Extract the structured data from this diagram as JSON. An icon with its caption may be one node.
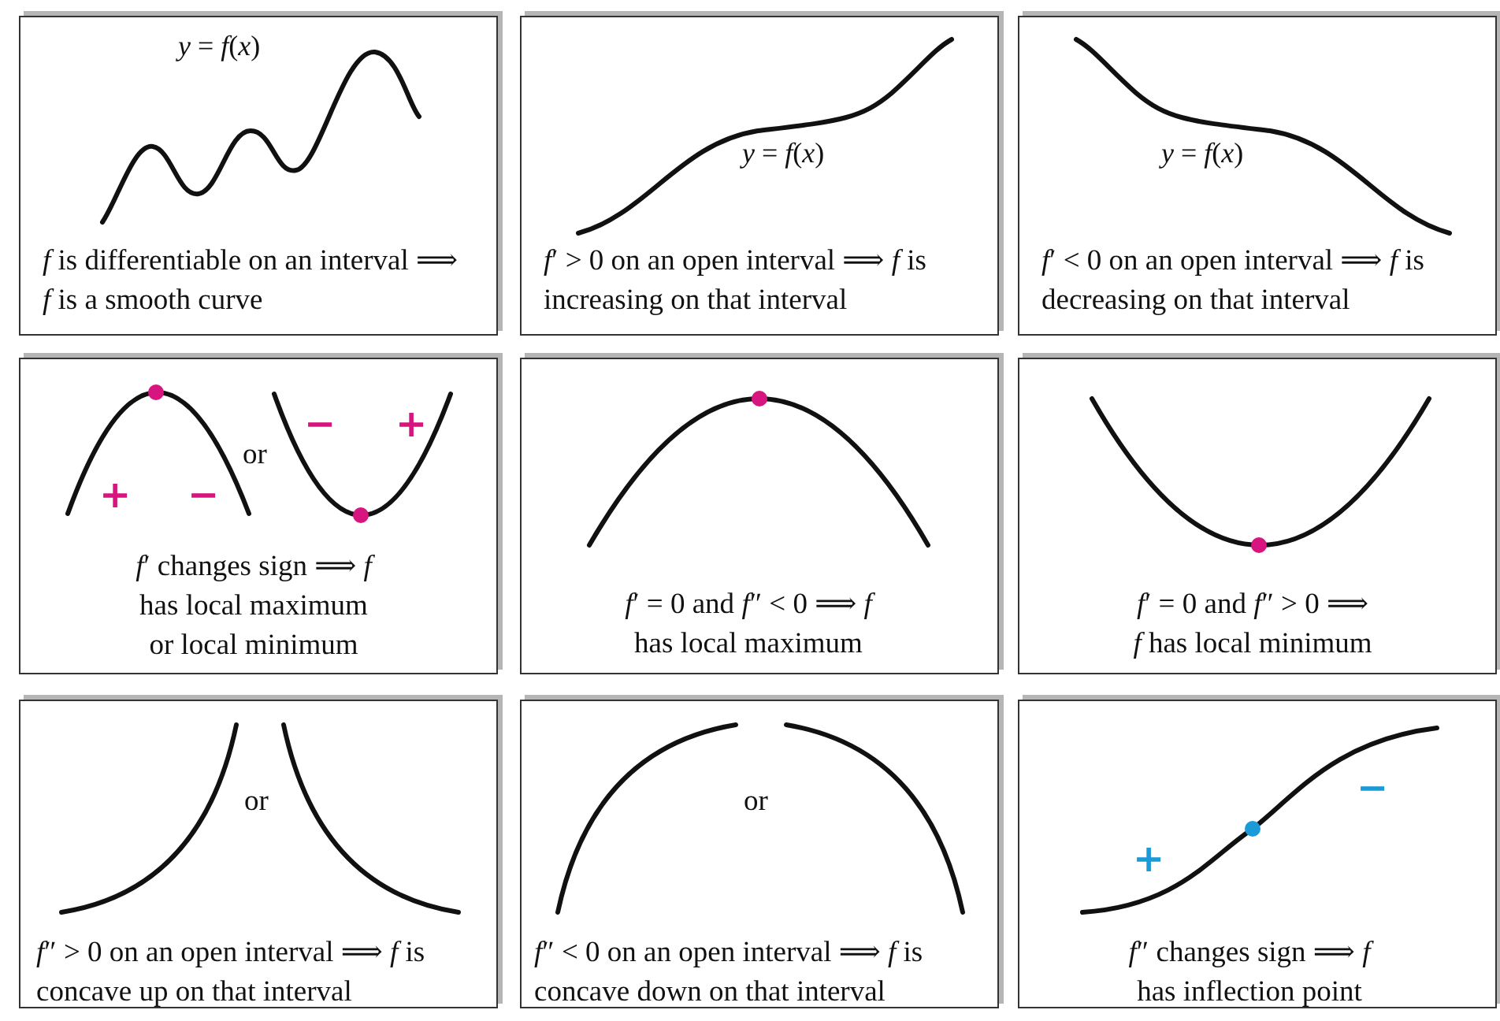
{
  "diagram": {
    "nodes": [
      {
        "text": [
          "*y* = *f*(*x*)",
          "*f* is differentiable on an interval ⟹ *f* is a smooth curve"
        ]
      },
      {
        "text": [
          "*y* = *f*(*x*)",
          "*f*′ > 0 on an open interval ⟹ *f* is increasing on that interval"
        ]
      },
      {
        "text": [
          "*y* = *f*(*x*)",
          "*f*′ < 0 on an open interval ⟹ *f* is decreasing on that interval"
        ]
      },
      {
        "text": [
          "−",
          "+",
          "or",
          "+",
          "−",
          "*f*′ changes sign ⟹ *f* has local maximum or local minimum"
        ]
      },
      {
        "text": [
          "*f*′ = 0 and *f*″ < 0 ⟹ *f* has local maximum"
        ]
      },
      {
        "text": [
          "*f*′ = 0 and *f*″ > 0 ⟹ *f* has local minimum"
        ]
      },
      {
        "text": [
          "or",
          "*f*″ > 0 on an open interval ⟹ *f* is concave up on that interval"
        ]
      },
      {
        "text": [
          "or",
          "*f*″ < 0 on an open interval ⟹ *f* is concave down on that interval"
        ]
      },
      {
        "text": [
          "−",
          "+",
          "*f*″ changes sign ⟹ *f* has inflection point"
        ]
      }
    ]
  }
}
